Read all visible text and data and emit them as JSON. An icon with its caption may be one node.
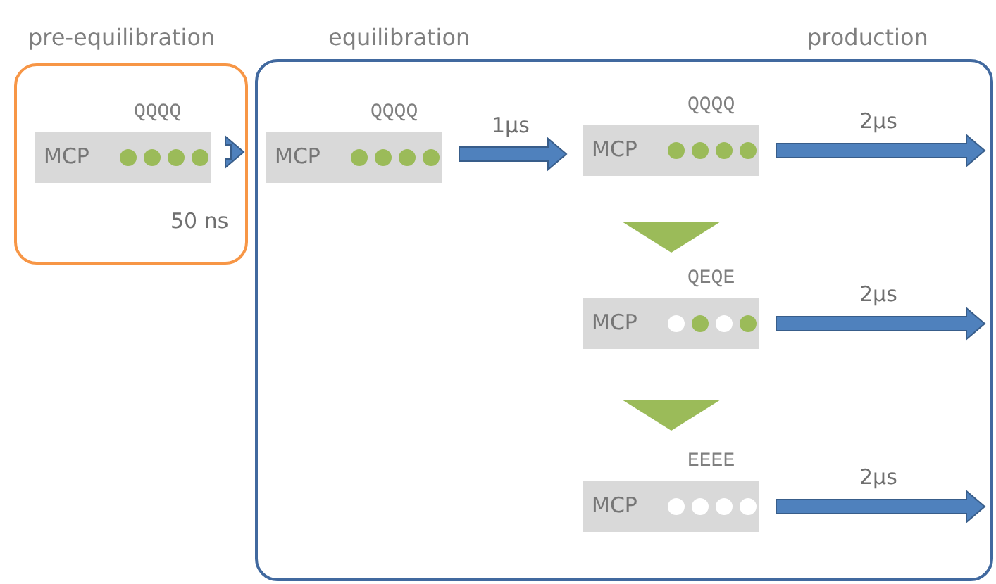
{
  "diagram": {
    "nodes": [
      {
        "text": [
          "pre-equilibration"
        ]
      },
      {
        "text": [
          "MCP"
        ],
        "in": 0,
        "beside": [
          "QQQQ",
          "50 ns"
        ]
      },
      {
        "text": [
          "equilibration",
          "production"
        ]
      },
      {
        "text": [
          "MCP"
        ],
        "in": 2,
        "beside": [
          "QQQQ"
        ]
      },
      {
        "text": [
          "MCP"
        ],
        "in": 2,
        "beside": [
          "QQQQ"
        ]
      },
      {
        "text": [
          "MCP"
        ],
        "in": 2,
        "beside": [
          "QEQE"
        ]
      },
      {
        "text": [
          "MCP"
        ],
        "in": 2,
        "beside": [
          "EEEE"
        ]
      }
    ],
    "edges": [
      {
        "from": 0,
        "to": 2,
        "arrow": "to"
      },
      {
        "from": 3,
        "to": 4,
        "arrow": "to",
        "label": "1μs"
      },
      {
        "from": 4,
        "to": null,
        "arrow": "to",
        "label": "2μs"
      },
      {
        "from": 5,
        "to": null,
        "arrow": "to",
        "label": "2μs"
      },
      {
        "from": 6,
        "to": null,
        "arrow": "to",
        "label": "2μs"
      },
      {
        "from": 4,
        "to": 5,
        "arrow": "to",
        "color": "#9bbb59"
      },
      {
        "from": 5,
        "to": 6,
        "arrow": "to",
        "color": "#9bbb59"
      }
    ]
  }
}
